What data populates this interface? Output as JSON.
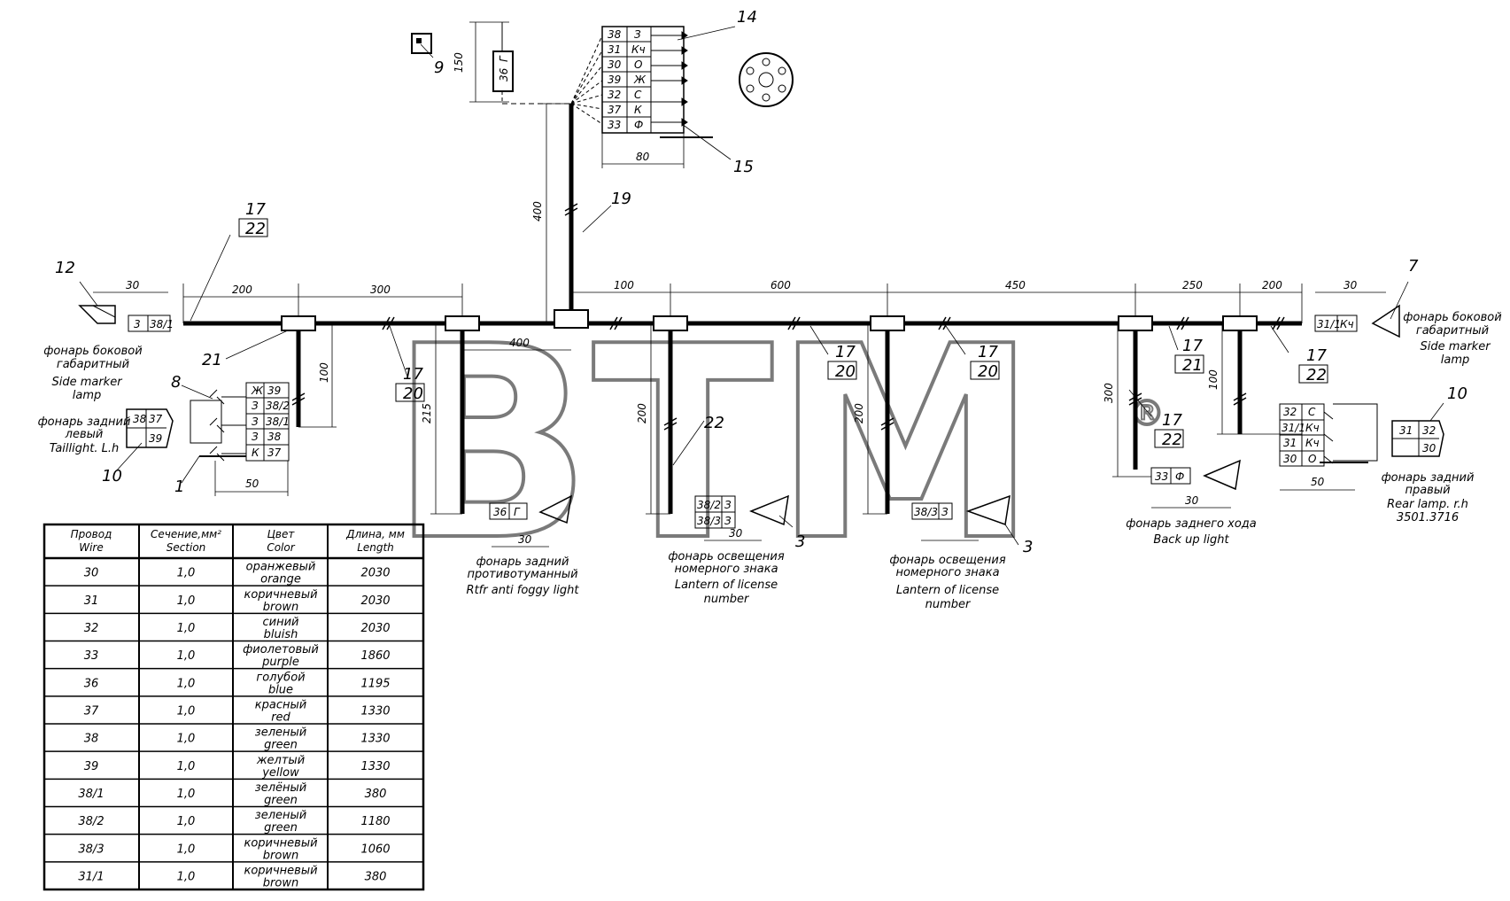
{
  "watermark": {
    "text": "BTM",
    "reg": "®"
  },
  "dimensions": {
    "d150": "150",
    "d80": "80",
    "d400v": "400",
    "d30l": "30",
    "d200a": "200",
    "d300": "300",
    "d100l": "100",
    "d50l": "50",
    "d215": "215",
    "d400h": "400",
    "d100a": "100",
    "d600": "600",
    "d200v1": "200",
    "d30b": "30",
    "d450": "450",
    "d200v2": "200",
    "d30c": "30",
    "d250": "250",
    "d200b": "200",
    "d30r": "30",
    "d300r": "300",
    "d30d": "30",
    "d100r": "100",
    "d50r": "50"
  },
  "callouts": {
    "c9": "9",
    "c14": "14",
    "c15": "15",
    "c19": "19",
    "c17a": "17",
    "c22a": "22",
    "c12": "12",
    "c21a": "21",
    "c8": "8",
    "c1": "1",
    "c10l": "10",
    "c17b": "17",
    "c20b": "20",
    "c22b": "22",
    "c3a": "3",
    "c17c": "17",
    "c20c": "20",
    "c17d": "17",
    "c20d": "20",
    "c3b": "3",
    "c17e": "17",
    "c21e": "21",
    "c17f": "17",
    "c22f": "22",
    "c17g": "17",
    "c22g": "22",
    "c7": "7",
    "c10r": "10"
  },
  "top_connector": [
    {
      "wire": "38",
      "color": "З"
    },
    {
      "wire": "31",
      "color": "Кч"
    },
    {
      "wire": "30",
      "color": "О"
    },
    {
      "wire": "39",
      "color": "Ж"
    },
    {
      "wire": "32",
      "color": "С"
    },
    {
      "wire": "37",
      "color": "К"
    },
    {
      "wire": "33",
      "color": "Ф"
    }
  ],
  "fuse": {
    "wire": "36",
    "color": "Г"
  },
  "left_connector": [
    {
      "a": "Ж",
      "b": "39"
    },
    {
      "a": "З",
      "b": "38/2"
    },
    {
      "a": "З",
      "b": "38/1"
    },
    {
      "a": "З",
      "b": "38"
    },
    {
      "a": "К",
      "b": "37"
    }
  ],
  "right_connector": [
    {
      "a": "32",
      "b": "С"
    },
    {
      "a": "31/1",
      "b": "Кч"
    },
    {
      "a": "31",
      "b": "Кч"
    },
    {
      "a": "30",
      "b": "О"
    }
  ],
  "plugs": {
    "left_side": {
      "a": "3",
      "b": "38/1"
    },
    "right_side": {
      "a": "31/1",
      "b": "Кч"
    },
    "fog": {
      "a": "36",
      "b": "Г"
    },
    "lic1": {
      "a1": "38/2",
      "b1": "З",
      "a2": "38/3",
      "b2": "З"
    },
    "lic2": {
      "a": "38/3",
      "b": "З"
    },
    "backup": {
      "a": "33",
      "b": "Ф"
    }
  },
  "taillight_left": {
    "p1": "38",
    "p2": "37",
    "p3": "39"
  },
  "taillight_right": {
    "p1": "31",
    "p2": "32",
    "p3": "30"
  },
  "labels": {
    "side_left_ru1": "фонарь боковой",
    "side_left_ru2": "габаритный",
    "side_left_en1": "Side marker",
    "side_left_en2": "lamp",
    "tail_left_ru1": "фонарь задний",
    "tail_left_ru2": "левый",
    "tail_left_en": "Taillight. L.h",
    "fog_ru1": "фонарь задний",
    "fog_ru2": "противотуманный",
    "fog_en": "Rtfr anti foggy light",
    "lic1_ru1": "фонарь освещения",
    "lic1_ru2": "номерного знака",
    "lic1_en1": "Lantern of license",
    "lic1_en2": "number",
    "lic2_ru1": "фонарь освещения",
    "lic2_ru2": "номерного знака",
    "lic2_en1": "Lantern of license",
    "lic2_en2": "number",
    "backup_ru": "фонарь заднего хода",
    "backup_en": "Back up light",
    "tail_right_ru1": "фонарь задний",
    "tail_right_ru2": "правый",
    "tail_right_en1": "Rear lamp. r.h",
    "tail_right_en2": "3501.3716",
    "side_right_ru1": "фонарь боковой",
    "side_right_ru2": "габаритный",
    "side_right_en1": "Side marker",
    "side_right_en2": "lamp"
  },
  "table": {
    "headers": [
      {
        "ru": "Провод",
        "en": "Wire"
      },
      {
        "ru": "Сечение,мм²",
        "en": "Section"
      },
      {
        "ru": "Цвет",
        "en": "Color"
      },
      {
        "ru": "Длина, мм",
        "en": "Length"
      }
    ],
    "rows": [
      {
        "wire": "30",
        "section": "1,0",
        "color_ru": "оранжевый",
        "color_en": "orange",
        "length": "2030"
      },
      {
        "wire": "31",
        "section": "1,0",
        "color_ru": "коричневый",
        "color_en": "brown",
        "length": "2030"
      },
      {
        "wire": "32",
        "section": "1,0",
        "color_ru": "синий",
        "color_en": "bluish",
        "length": "2030"
      },
      {
        "wire": "33",
        "section": "1,0",
        "color_ru": "фиолетовый",
        "color_en": "purple",
        "length": "1860"
      },
      {
        "wire": "36",
        "section": "1,0",
        "color_ru": "голубой",
        "color_en": "blue",
        "length": "1195"
      },
      {
        "wire": "37",
        "section": "1,0",
        "color_ru": "красный",
        "color_en": "red",
        "length": "1330"
      },
      {
        "wire": "38",
        "section": "1,0",
        "color_ru": "зеленый",
        "color_en": "green",
        "length": "1330"
      },
      {
        "wire": "39",
        "section": "1,0",
        "color_ru": "желтый",
        "color_en": "yellow",
        "length": "1330"
      },
      {
        "wire": "38/1",
        "section": "1,0",
        "color_ru": "зелёный",
        "color_en": "green",
        "length": "380"
      },
      {
        "wire": "38/2",
        "section": "1,0",
        "color_ru": "зеленый",
        "color_en": "green",
        "length": "1180"
      },
      {
        "wire": "38/3",
        "section": "1,0",
        "color_ru": "коричневый",
        "color_en": "brown",
        "length": "1060"
      },
      {
        "wire": "31/1",
        "section": "1,0",
        "color_ru": "коричневый",
        "color_en": "brown",
        "length": "380"
      }
    ]
  }
}
